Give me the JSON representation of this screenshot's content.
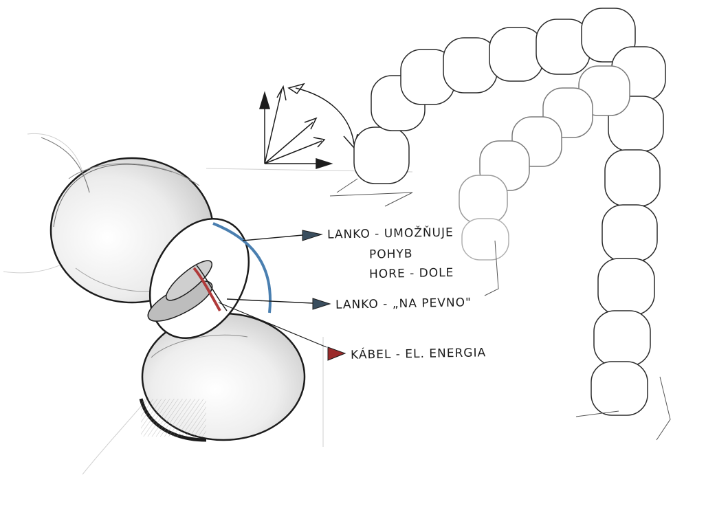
{
  "labels": {
    "cable_up_down": [
      "LANKO - UMOŽŇUJE",
      "POHYB",
      "HORE - DOLE"
    ],
    "cable_fixed": "LANKO - „NA PEVNO\"",
    "power_cable": "KÁBEL - EL. ENERGIA"
  },
  "colors": {
    "ink": "#1c1c1c",
    "pencil_shade": "#bdbdbd",
    "blue_cable": "#4a7fb0",
    "red_wire": "#b03a3a",
    "arrow_grey": "#3a4e5e",
    "arrow_red": "#9a2a2a"
  }
}
